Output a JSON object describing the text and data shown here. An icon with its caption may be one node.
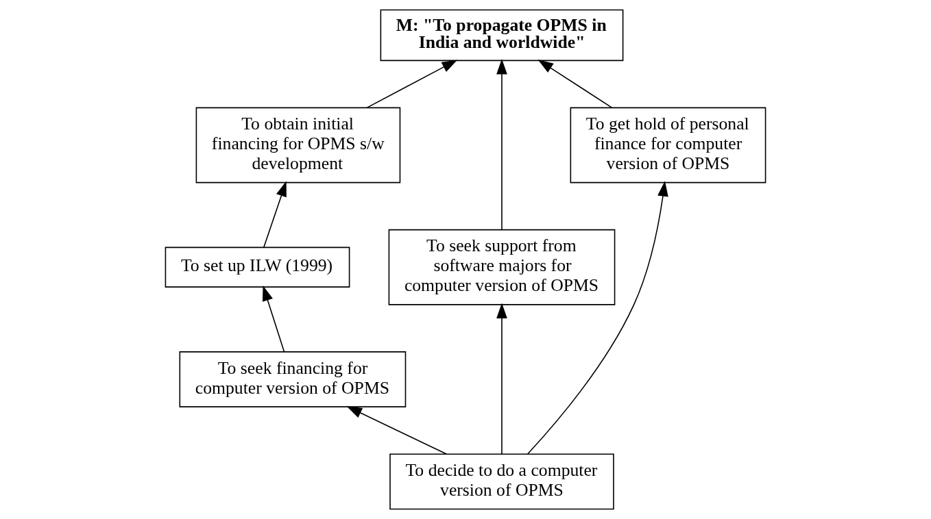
{
  "diagram": {
    "nodes": [
      {
        "text": [
          "M: \"To propagate OPMS in India and worldwide\""
        ]
      },
      {
        "text": [
          "To obtain initial financing for OPMS s/w development"
        ]
      },
      {
        "text": [
          "To set up ILW (1999)"
        ]
      },
      {
        "text": [
          "To seek financing for computer version of OPMS"
        ]
      },
      {
        "text": [
          "To seek support from software majors for computer version of OPMS"
        ]
      },
      {
        "text": [
          "To get hold of personal finance for computer version of OPMS"
        ]
      },
      {
        "text": [
          "To decide to do a computer version of OPMS"
        ]
      }
    ],
    "edges": [
      {
        "from": 1,
        "to": 0,
        "arrow": "to"
      },
      {
        "from": 2,
        "to": 1,
        "arrow": "to"
      },
      {
        "from": 3,
        "to": 2,
        "arrow": "to"
      },
      {
        "from": 4,
        "to": 0,
        "arrow": "to"
      },
      {
        "from": 5,
        "to": 0,
        "arrow": "to"
      },
      {
        "from": 6,
        "to": 3,
        "arrow": "to"
      },
      {
        "from": 6,
        "to": 4,
        "arrow": "to"
      },
      {
        "from": 6,
        "to": 5,
        "arrow": "to"
      }
    ]
  }
}
